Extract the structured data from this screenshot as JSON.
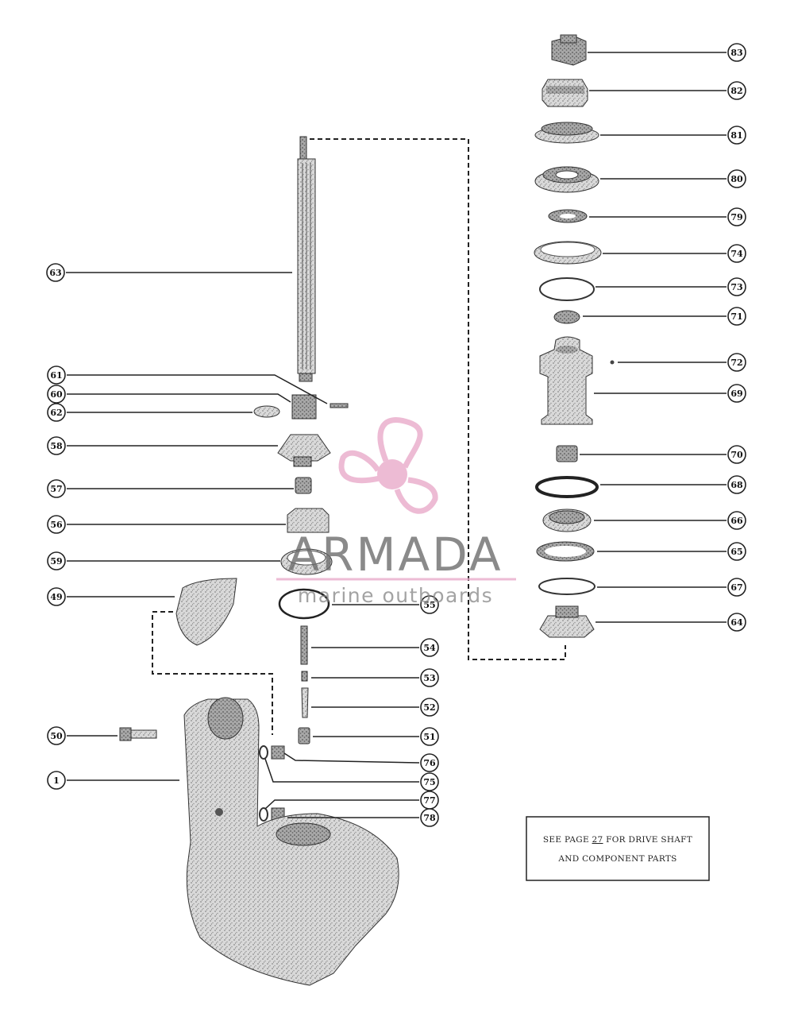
{
  "watermark": {
    "brand": "ARMADA",
    "tagline": "marine outboards",
    "logo_color": "#e8a8c8",
    "text_color": "#6a6a6a"
  },
  "note": {
    "line1_prefix": "SEE PAGE ",
    "page": "27",
    "line1_suffix": " FOR DRIVE SHAFT",
    "line2": "AND COMPONENT PARTS"
  },
  "callouts_left": [
    "63",
    "61",
    "60",
    "62",
    "58",
    "57",
    "56",
    "59",
    "49",
    "50",
    "1"
  ],
  "callouts_center": [
    "55",
    "54",
    "53",
    "52",
    "51",
    "76",
    "75",
    "77",
    "78"
  ],
  "callouts_right": [
    "83",
    "82",
    "81",
    "80",
    "79",
    "74",
    "73",
    "71",
    "72",
    "69",
    "70",
    "68",
    "66",
    "65",
    "67",
    "64"
  ]
}
